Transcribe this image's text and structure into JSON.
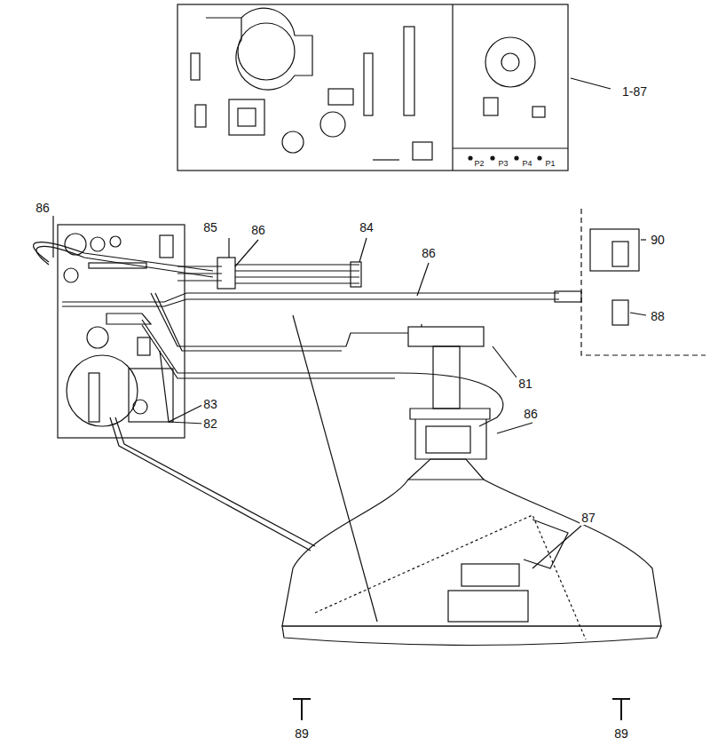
{
  "diagram": {
    "labels": [
      "1-87",
      "86",
      "85",
      "86",
      "84",
      "86",
      "90",
      "88",
      "81",
      "83",
      "82",
      "86",
      "87",
      "89",
      "89",
      "P2",
      "P3",
      "P4",
      "P1"
    ]
  }
}
